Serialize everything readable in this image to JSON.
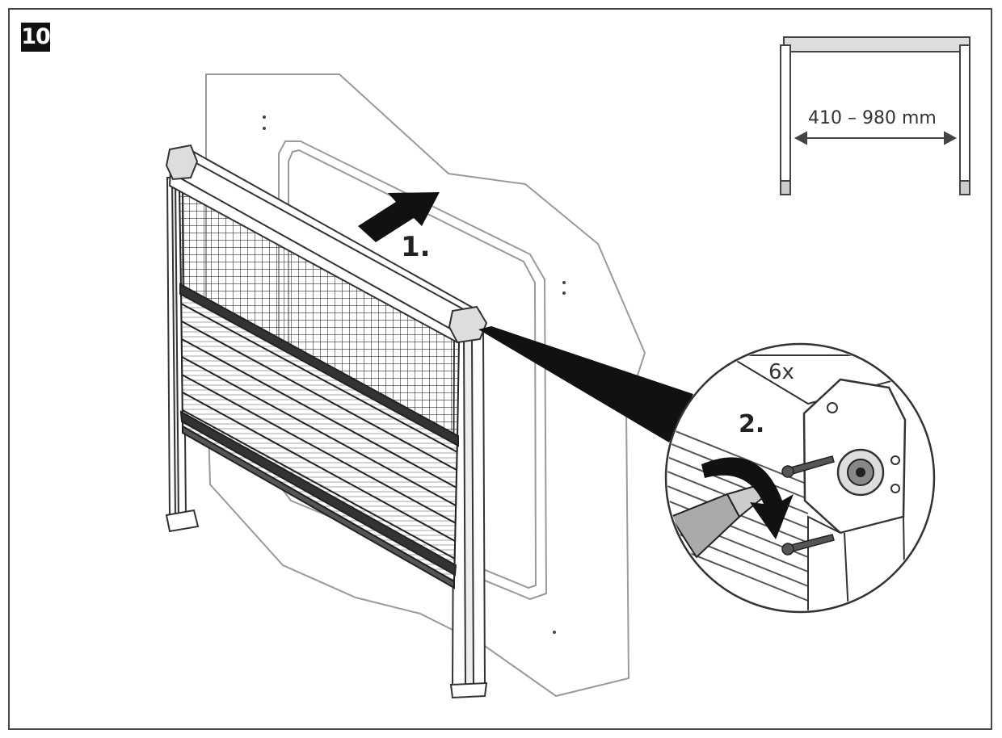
{
  "step_number": "10",
  "instructions": {
    "step1_label": "1.",
    "step2_label": "2.",
    "screw_quantity": "6x"
  },
  "dimension_inset": {
    "width_range": "410 – 980 mm"
  },
  "colors": {
    "line": "#333333",
    "panel_line": "#9a9a9a",
    "badge": "#111111"
  }
}
